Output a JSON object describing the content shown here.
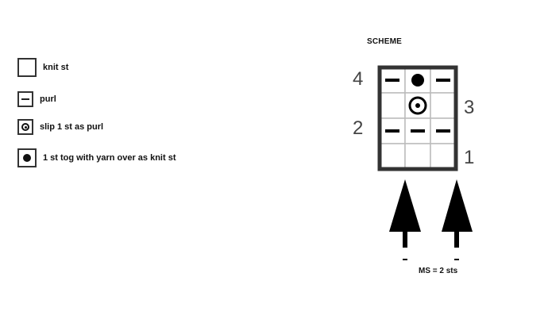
{
  "legend": {
    "items": [
      {
        "symbol": "knit-icon",
        "label": "knit st"
      },
      {
        "symbol": "purl-dash-icon",
        "label": "purl"
      },
      {
        "symbol": "slip-ring-icon",
        "label": "slip 1 st as purl"
      },
      {
        "symbol": "dot-icon",
        "label": "1 st tog with yarn over as knit st"
      }
    ]
  },
  "scheme": {
    "title": "SCHEME",
    "row_numbers": [
      "4",
      "3",
      "2",
      "1"
    ],
    "grid": [
      [
        "purl",
        "dot",
        "purl"
      ],
      [
        "knit",
        "ring",
        "knit"
      ],
      [
        "purl",
        "purl",
        "purl"
      ],
      [
        "knit",
        "knit",
        "knit"
      ]
    ],
    "repeat_label": "MS = 2 sts"
  }
}
